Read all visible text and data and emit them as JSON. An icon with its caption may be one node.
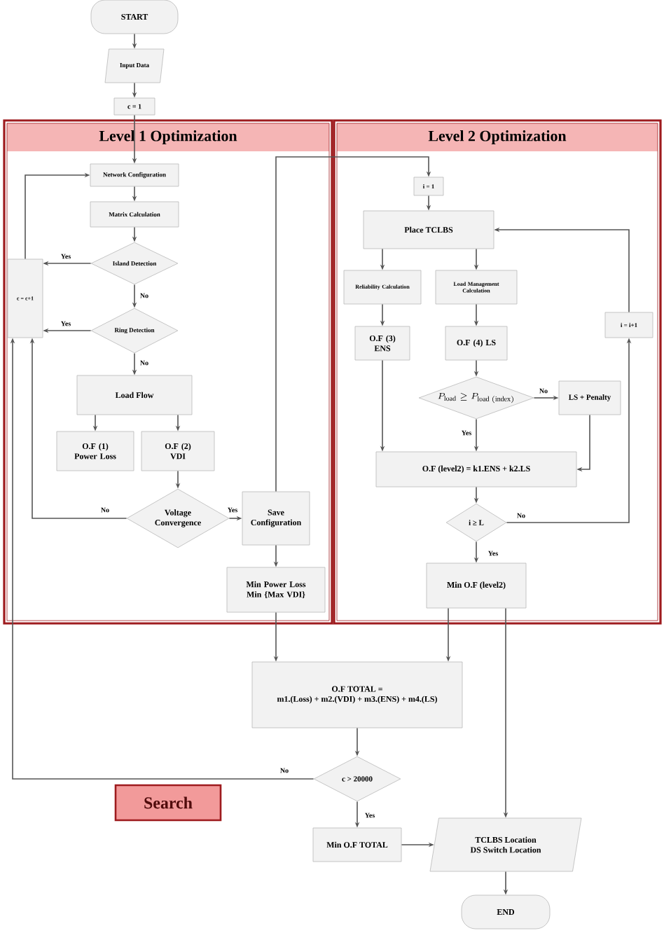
{
  "diagram": {
    "nodes": [
      {
        "text": [
          "START"
        ]
      },
      {
        "text": [
          "Input Data"
        ]
      },
      {
        "text": [
          "c = 1"
        ]
      },
      {
        "text": [
          "Level 1 Optimization"
        ]
      },
      {
        "text": [
          "Level 2 Optimization"
        ]
      },
      {
        "text": [
          "Network Configuration"
        ],
        "in": 3
      },
      {
        "text": [
          "Matrix Calculation"
        ],
        "in": 3
      },
      {
        "text": [
          "Island Detection"
        ],
        "in": 3
      },
      {
        "text": [
          "c = c+1"
        ],
        "in": 3
      },
      {
        "text": [
          "Ring Detection"
        ],
        "in": 3
      },
      {
        "text": [
          "Load Flow"
        ],
        "in": 3
      },
      {
        "text": [
          "O.F (1) Power Loss"
        ],
        "in": 3
      },
      {
        "text": [
          "O.F (2) VDI"
        ],
        "in": 3
      },
      {
        "text": [
          "Voltage Convergence"
        ],
        "in": 3
      },
      {
        "text": [
          "Save Configuration"
        ],
        "in": 3
      },
      {
        "text": [
          "Min Power Loss Min {Max VDI}"
        ],
        "in": 3
      },
      {
        "text": [
          "i = 1"
        ],
        "in": 4
      },
      {
        "text": [
          "Place TCLBS"
        ],
        "in": 4
      },
      {
        "text": [
          "Reliability Calculation"
        ],
        "in": 4
      },
      {
        "text": [
          "Load Management Calculation"
        ],
        "in": 4
      },
      {
        "text": [
          "O.F (3) ENS"
        ],
        "in": 4
      },
      {
        "text": [
          "O.F (4) LS"
        ],
        "in": 4
      },
      {
        "text": [
          "P_{\\mathrm{load}} \\geq P_{\\mathrm{load\\ (index)}}"
        ],
        "in": 4
      },
      {
        "text": [
          "LS + Penalty"
        ],
        "in": 4
      },
      {
        "text": [
          "O.F (level2) = k1.ENS + k2.LS"
        ],
        "in": 4
      },
      {
        "text": [
          "i ≥ L"
        ],
        "in": 4
      },
      {
        "text": [
          "i = i+1"
        ],
        "in": 4
      },
      {
        "text": [
          "Min O.F (level2)"
        ],
        "in": 4
      },
      {
        "text": [
          "O.F TOTAL =",
          "m1.(Loss) + m2.(VDI) + m3.(ENS) + m4.(LS)"
        ]
      },
      {
        "text": [
          "c > 20000"
        ]
      },
      {
        "text": [
          "Search"
        ]
      },
      {
        "text": [
          "Min O.F TOTAL"
        ]
      },
      {
        "text": [
          "TCLBS Location",
          "DS Switch Location"
        ]
      },
      {
        "text": [
          "END"
        ]
      }
    ],
    "edges": [
      {
        "from": 0,
        "to": 1,
        "arrow": "to"
      },
      {
        "from": 1,
        "to": 2,
        "arrow": "to"
      },
      {
        "from": 2,
        "to": 5,
        "arrow": "to"
      },
      {
        "from": 5,
        "to": 6,
        "arrow": "to"
      },
      {
        "from": 6,
        "to": 7,
        "arrow": "to"
      },
      {
        "from": 7,
        "to": 8,
        "arrow": "to",
        "label": "Yes"
      },
      {
        "from": 7,
        "to": 9,
        "arrow": "to",
        "label": "No"
      },
      {
        "from": 9,
        "to": 8,
        "arrow": "to",
        "label": "Yes"
      },
      {
        "from": 9,
        "to": 10,
        "arrow": "to",
        "label": "No"
      },
      {
        "from": 10,
        "to": 11,
        "arrow": "to"
      },
      {
        "from": 10,
        "to": 12,
        "arrow": "to"
      },
      {
        "from": 12,
        "to": 13,
        "arrow": "to"
      },
      {
        "from": 13,
        "to": 14,
        "arrow": "to",
        "label": "Yes"
      },
      {
        "from": 13,
        "to": 8,
        "arrow": "to",
        "label": "No"
      },
      {
        "from": 8,
        "to": 5,
        "arrow": "to"
      },
      {
        "from": 14,
        "to": 15,
        "arrow": "to"
      },
      {
        "from": 14,
        "to": 16,
        "arrow": "to"
      },
      {
        "from": 16,
        "to": 17,
        "arrow": "to"
      },
      {
        "from": 17,
        "to": 18,
        "arrow": "to"
      },
      {
        "from": 17,
        "to": 19,
        "arrow": "to"
      },
      {
        "from": 18,
        "to": 20,
        "arrow": "to"
      },
      {
        "from": 19,
        "to": 21,
        "arrow": "to"
      },
      {
        "from": 20,
        "to": 24,
        "arrow": "to"
      },
      {
        "from": 21,
        "to": 22,
        "arrow": "to"
      },
      {
        "from": 22,
        "to": 24,
        "arrow": "to",
        "label": "Yes"
      },
      {
        "from": 22,
        "to": 23,
        "arrow": "to",
        "label": "No"
      },
      {
        "from": 23,
        "to": 24,
        "arrow": "to"
      },
      {
        "from": 24,
        "to": 25,
        "arrow": "to"
      },
      {
        "from": 25,
        "to": 26,
        "arrow": "to",
        "label": "No"
      },
      {
        "from": 26,
        "to": 17,
        "arrow": "to"
      },
      {
        "from": 25,
        "to": 27,
        "arrow": "to",
        "label": "Yes"
      },
      {
        "from": 15,
        "to": 28,
        "arrow": "to"
      },
      {
        "from": 27,
        "to": 28,
        "arrow": "to"
      },
      {
        "from": 27,
        "to": 32,
        "arrow": "to"
      },
      {
        "from": 28,
        "to": 29,
        "arrow": "to"
      },
      {
        "from": 29,
        "to": 8,
        "arrow": "to",
        "label": "No"
      },
      {
        "from": 29,
        "to": 31,
        "arrow": "to",
        "label": "Yes"
      },
      {
        "from": 31,
        "to": 32,
        "arrow": "to"
      },
      {
        "from": 32,
        "to": 33,
        "arrow": "to"
      }
    ]
  }
}
